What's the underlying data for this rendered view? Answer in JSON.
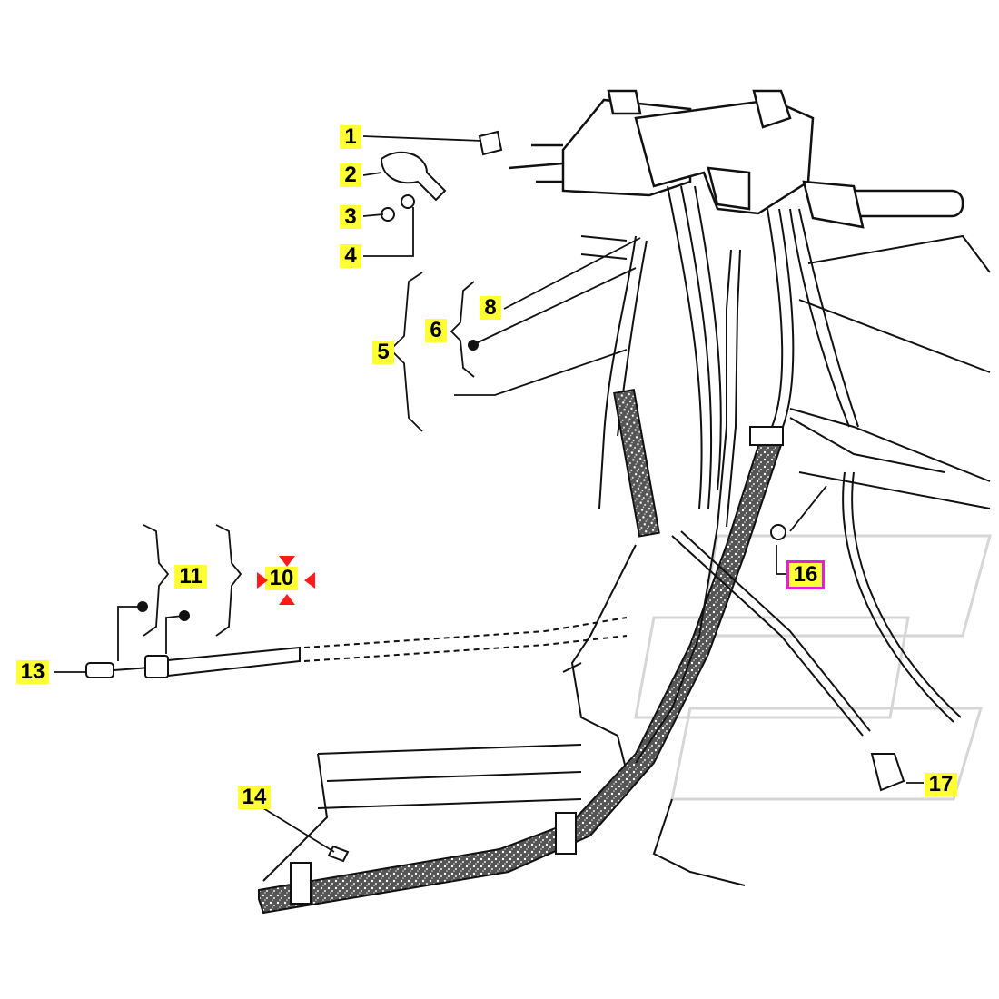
{
  "diagram": {
    "colors": {
      "label_highlight": "#ffff33",
      "selected_outline": "#e020e0",
      "hover_marker": "#ff1a1a",
      "line": "#111111",
      "watermark": "#d6d6d6"
    },
    "callouts": [
      {
        "id": "1",
        "label": "1"
      },
      {
        "id": "2",
        "label": "2"
      },
      {
        "id": "3",
        "label": "3"
      },
      {
        "id": "4",
        "label": "4"
      },
      {
        "id": "5",
        "label": "5"
      },
      {
        "id": "6",
        "label": "6"
      },
      {
        "id": "8",
        "label": "8"
      },
      {
        "id": "10",
        "label": "10",
        "state": "hover"
      },
      {
        "id": "11",
        "label": "11"
      },
      {
        "id": "13",
        "label": "13"
      },
      {
        "id": "14",
        "label": "14"
      },
      {
        "id": "16",
        "label": "16",
        "state": "selected"
      },
      {
        "id": "17",
        "label": "17"
      }
    ]
  }
}
